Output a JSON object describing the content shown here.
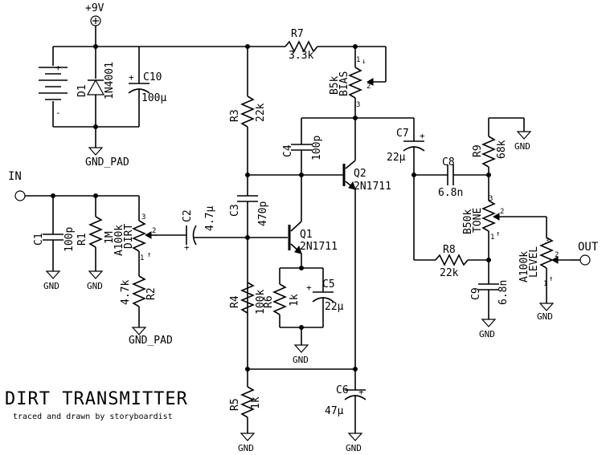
{
  "title": "DIRT TRANSMITTER",
  "credit": "traced and drawn by storyboardist",
  "supply": "+9V",
  "ports": {
    "in": "IN",
    "out": "OUT"
  },
  "grounds": {
    "gnd": "GND",
    "gnd_pad": "GND_PAD"
  },
  "components": {
    "D1": {
      "ref": "D1",
      "value": "1N4001"
    },
    "C10": {
      "ref": "C10",
      "value": "100µ"
    },
    "C1": {
      "ref": "C1",
      "value": "100p"
    },
    "R1": {
      "ref": "R1",
      "value": "1M"
    },
    "DIRT": {
      "ref": "DIRT",
      "value": "A100k"
    },
    "R2": {
      "ref": "R2",
      "value": "4.7k"
    },
    "C2": {
      "ref": "C2",
      "value": "4.7µ"
    },
    "R3": {
      "ref": "R3",
      "value": "22k"
    },
    "C3": {
      "ref": "C3",
      "value": "470p"
    },
    "C4": {
      "ref": "C4",
      "value": "100p"
    },
    "R4": {
      "ref": "R4",
      "value": "100k"
    },
    "R5": {
      "ref": "R5",
      "value": "1k"
    },
    "R6": {
      "ref": "R6",
      "value": "1k"
    },
    "C5": {
      "ref": "C5",
      "value": "22µ"
    },
    "C6": {
      "ref": "C6",
      "value": "47µ"
    },
    "R7": {
      "ref": "R7",
      "value": "3.3k"
    },
    "BIAS": {
      "ref": "BIAS",
      "value": "B5k"
    },
    "Q1": {
      "ref": "Q1",
      "value": "2N1711"
    },
    "Q2": {
      "ref": "Q2",
      "value": "2N1711"
    },
    "C7": {
      "ref": "C7",
      "value": "22µ"
    },
    "C8": {
      "ref": "C8",
      "value": "6.8n"
    },
    "R8": {
      "ref": "R8",
      "value": "22k"
    },
    "R9": {
      "ref": "R9",
      "value": "68k"
    },
    "TONE": {
      "ref": "TONE",
      "value": "B50k"
    },
    "C9": {
      "ref": "C9",
      "value": "6.8n"
    },
    "LEVEL": {
      "ref": "LEVEL",
      "value": "A100k"
    }
  },
  "pins": {
    "p1": "1",
    "p2": "2",
    "p3": "3"
  },
  "symbols": {
    "plus": "+",
    "minus": "-"
  }
}
